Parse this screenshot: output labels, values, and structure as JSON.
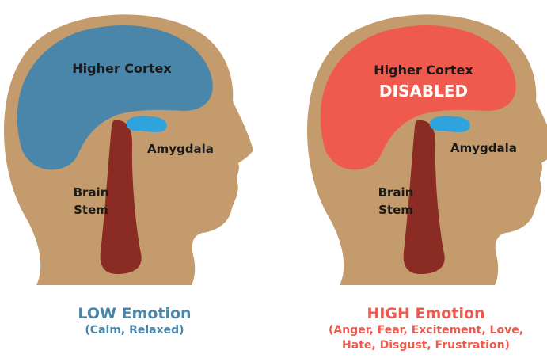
{
  "colors": {
    "skin": "#c49b6c",
    "brain_low": "#4a86a9",
    "brain_high": "#ef5a4e",
    "amygdala": "#2ea3dc",
    "stem": "#8a2c24",
    "label_text": "#1a1a1a",
    "white_text": "#ffffff",
    "caption_low": "#4a86a9",
    "caption_high": "#ef5a4e"
  },
  "left_head": {
    "cortex_label": "Higher Cortex",
    "amygdala_label": "Amygdala",
    "brain_stem_label_line1": "Brain",
    "brain_stem_label_line2": "Stem",
    "caption_title": "LOW Emotion",
    "caption_subtitle": "(Calm, Relaxed)"
  },
  "right_head": {
    "cortex_label": "Higher Cortex",
    "cortex_status": "DISABLED",
    "amygdala_label": "Amygdala",
    "brain_stem_label_line1": "Brain",
    "brain_stem_label_line2": "Stem",
    "caption_title": "HIGH Emotion",
    "caption_subtitle_line1": "(Anger, Fear, Excitement, Love,",
    "caption_subtitle_line2": "Hate, Disgust, Frustration)"
  }
}
